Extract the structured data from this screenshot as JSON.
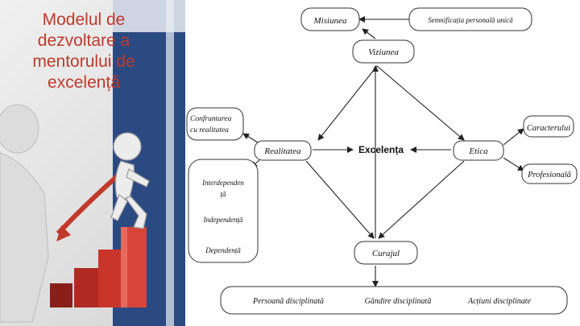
{
  "title": "Modelul de dezvoltare a mentorului de excelență",
  "nodes": {
    "misiunea": "Misiunea",
    "semnificatia": "Semnificația personală unică",
    "viziunea": "Viziunea",
    "confruntarea_1": "Confruntarea",
    "confruntarea_2": "cu realitatea",
    "caracterului": "Caracterului",
    "realitatea": "Realitatea",
    "excelenta": "Excelența",
    "etica": "Etica",
    "profesionala": "Profesională",
    "interdependenta_1": "Interdependen",
    "interdependenta_2": "ță",
    "independenta": "Independență",
    "dependenta": "Dependență",
    "curajul": "Curajul",
    "persoana": "Persoană disciplinată",
    "gandire": "Gândire disciplinată",
    "actiuni": "Acțiuni disciplinate"
  },
  "colors": {
    "title": "#c0392b",
    "panel_navy": "#2b4a82",
    "arrow_red": "#c0392b",
    "bar_red": "#d2392a"
  },
  "icons": [
    "stick-figure",
    "growth-arrow",
    "bar-chart"
  ]
}
